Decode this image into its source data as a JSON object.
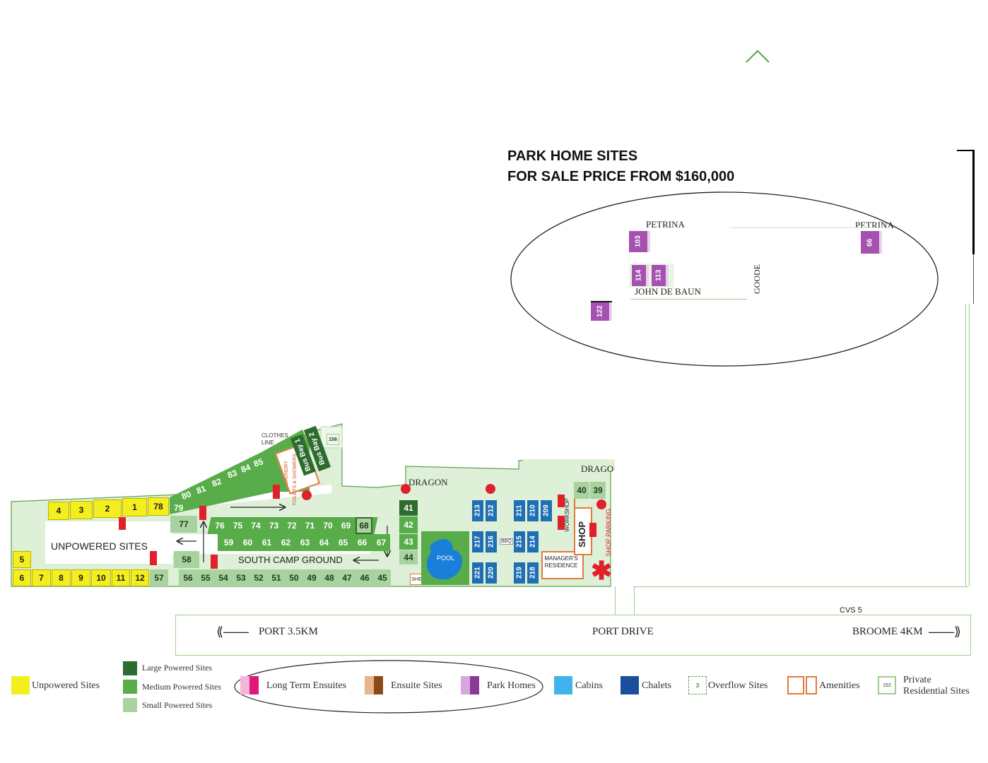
{
  "header": {
    "title_line1": "PARK HOME SITES",
    "title_line2": "FOR SALE PRICE FROM $160,000"
  },
  "park_homes_area": {
    "street_petrina_left": "PETRINA",
    "street_petrina_right": "PETRINA",
    "street_john": "JOHN DE BAUN",
    "street_goode": "GOODE",
    "sites": [
      "103",
      "114",
      "113",
      "122",
      "66"
    ]
  },
  "map_labels": {
    "unpowered_sites": "UNPOWERED SITES",
    "south_camp_ground": "SOUTH CAMP GROUND",
    "clothes_line": "CLOTHES LINE",
    "bus_bay_1": "Bus Bay 1",
    "bus_bay_2": "Bus Bay 2",
    "toilets": "TOILETS & SHOWERS",
    "laundry": "LAUNDRY",
    "dragon_1": "DRAGON",
    "dragon_2": "DRAGO",
    "pool": "POOL",
    "shed": "SHED",
    "bbq": "BBQ",
    "workshop": "WORKSHOP",
    "shop": "SHOP",
    "managers_residence": "MANAGER'S RESIDENCE",
    "shop_parking": "SHOP PARKING",
    "cvs": "CVS 5",
    "site_156": "156"
  },
  "road": {
    "port_label": "PORT 3.5KM",
    "port_drive": "PORT DRIVE",
    "broome_label": "BROOME 4KM"
  },
  "sites": {
    "yellow_top": [
      "4",
      "3",
      "2",
      "1"
    ],
    "yellow_left": [
      "5"
    ],
    "yellow_bottom": [
      "6",
      "7",
      "8",
      "9",
      "10",
      "11",
      "12"
    ],
    "site_78": "78",
    "site_79": "79",
    "site_77": "77",
    "site_58": "58",
    "site_57": "57",
    "diagonal": [
      "80",
      "81",
      "82",
      "83",
      "84",
      "85"
    ],
    "row_a": [
      "76",
      "75",
      "74",
      "73",
      "72",
      "71",
      "70",
      "69",
      "68"
    ],
    "row_b": [
      "59",
      "60",
      "61",
      "62",
      "63",
      "64",
      "65",
      "66",
      "67"
    ],
    "row_c": [
      "56",
      "55",
      "54",
      "53",
      "52",
      "51",
      "50",
      "49",
      "48",
      "47",
      "46",
      "45"
    ],
    "col_right": [
      "41",
      "42",
      "43",
      "44"
    ],
    "col_40": "40",
    "col_39": "39",
    "cabins_top": [
      "213",
      "212",
      "211",
      "210",
      "209"
    ],
    "cabins_mid": [
      "217",
      "216",
      "215",
      "214"
    ],
    "cabins_bot": [
      "221",
      "220",
      "219",
      "218"
    ]
  },
  "legend": {
    "unpowered": "Unpowered Sites",
    "large_powered": "Large Powered Sites",
    "medium_powered": "Medium Powered Sites",
    "small_powered": "Small Powered Sites",
    "long_term": "Long Term Ensuites",
    "ensuite": "Ensuite Sites",
    "park_homes": "Park Homes",
    "cabins": "Cabins",
    "chalets": "Chalets",
    "overflow": "Overflow Sites",
    "amenities": "Amenities",
    "private_line1": "Private",
    "private_line2": "Residential Sites",
    "overflow_icon_num": "3",
    "private_icon_num": "152"
  },
  "colors": {
    "unpowered": "#f5ee1f",
    "large": "#2e6b2e",
    "medium": "#58ad4a",
    "small": "#a8d39e",
    "park_home": "#a451b0",
    "cabin": "#1f6fb3",
    "chalet": "#1b4f9c",
    "amenity_red": "#e0202a"
  }
}
